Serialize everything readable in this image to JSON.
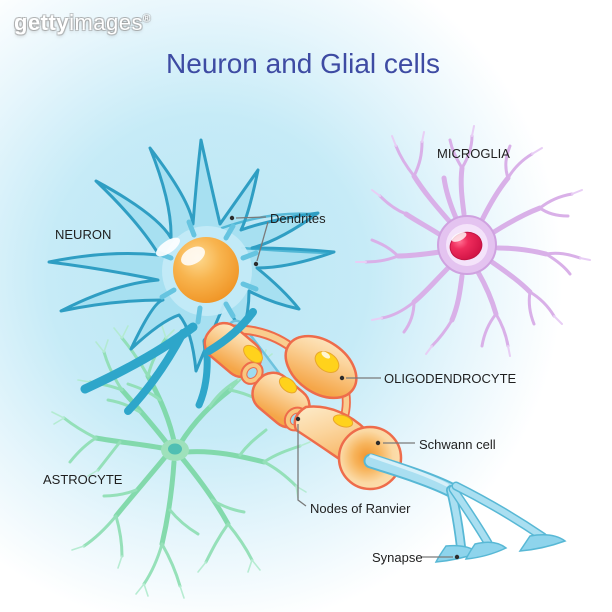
{
  "watermark": {
    "bold": "getty",
    "light": "images",
    "symbol": "®"
  },
  "title": {
    "text": "Neuron and Glial cells",
    "color": "#3e4ba3"
  },
  "labels": {
    "neuron": "NEURON",
    "dendrites": "Dendrites",
    "microglia": "MICROGLIA",
    "oligodendrocyte": "OLIGODENDROCYTE",
    "schwann_cell": "Schwann cell",
    "nodes_of_ranvier": "Nodes of Ranvier",
    "synapse": "Synapse",
    "astrocyte": "ASTROCYTE"
  },
  "colors": {
    "title": "#3e4ba3",
    "label_text": "#1f1f1f",
    "background_glow": "#b9e6f5",
    "neuron_body": "#a7e0f1",
    "neuron_outline": "#2f9ec3",
    "neuron_nucleus": "#f6a93e",
    "myelin_fill": "#fbd49c",
    "myelin_outline": "#ee6c4b",
    "myelin_nucleus": "#ffd21c",
    "axon": "#aadff1",
    "microglia_body": "#e4c3f0",
    "microglia_branches": "#d9b0e8",
    "microglia_nucleus": "#e3184e",
    "astrocyte_branches": "#7cd8a6",
    "leader_line": "#7a7a7a"
  }
}
